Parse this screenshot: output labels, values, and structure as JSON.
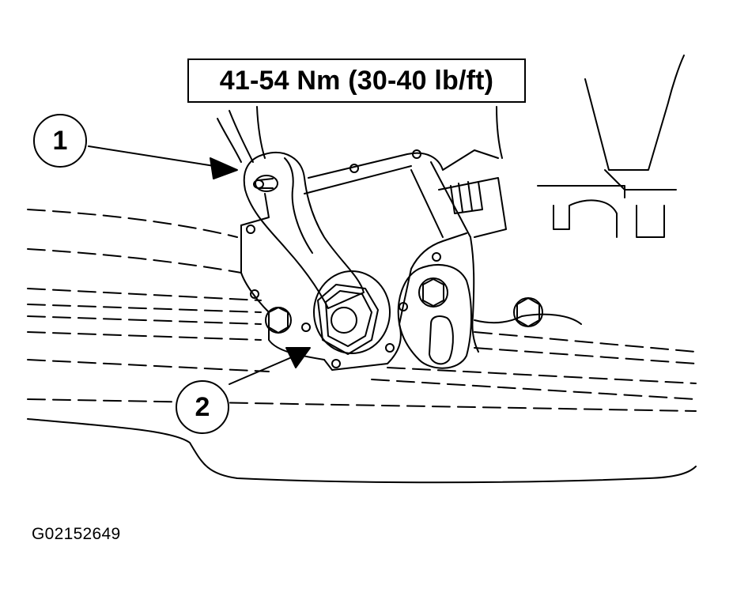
{
  "diagram": {
    "torque_spec": "41-54 Nm (30-40 lb/ft)",
    "callouts": [
      {
        "label": "1"
      },
      {
        "label": "2"
      }
    ],
    "figure_id": "G02152649"
  }
}
